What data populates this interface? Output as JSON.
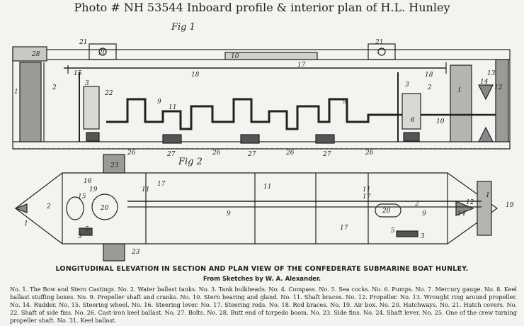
{
  "header": {
    "title": "Photo #  NH 53544   Inboard profile & interior plan of  H.L. Hunley"
  },
  "figures": {
    "fig1_label": "Fig 1",
    "fig2_label": "Fig 2"
  },
  "caption": {
    "main": "LONGITUDINAL ELEVATION IN SECTION AND PLAN VIEW OF THE CONFEDERATE SUBMARINE BOAT HUNLEY.",
    "sub": "From Sketches by W. A. Alexander."
  },
  "legend_text": "No. 1. The Bow and Stern Castings. No. 2. Water ballast tanks. No. 3. Tank bulkheads. No. 4. Compass. No. 5. Sea cocks. No. 6. Pumps. No. 7. Mercury gauge. No. 8. Keel ballast stuffing boxes. No. 9. Propeller shaft and cranks. No. 10. Stern bearing and gland. No. 11. Shaft braces. No. 12. Propeller. No. 13. Wrought ring around propeller. No. 14. Rudder. No. 15. Steering wheel. No. 16. Steering lever. No. 17. Steering rods. No. 18. Rod braces. No. 19. Air box. No. 20. Hatchways. No. 21. Hatch covers. No. 22. Shaft of side fins. No. 26. Cast-iron keel ballast. No. 27. Bolts. No. 28. Butt end of torpedo boom. No. 23. Side fins. No. 24. Shaft lever. No. 25. One of the crew turning propeller shaft. No. 31. Keel ballast.",
  "elevation_numbers": [
    "28",
    "21",
    "20",
    "21",
    "10",
    "17",
    "18",
    "18",
    "11",
    "15",
    "3",
    "2",
    "22",
    "9",
    "9",
    "3",
    "2",
    "1",
    "14",
    "12",
    "13",
    "6",
    "10",
    "1",
    "27",
    "26",
    "27",
    "26",
    "26",
    "27",
    "26"
  ],
  "plan_numbers": [
    "23",
    "11",
    "11",
    "11",
    "17",
    "2",
    "15",
    "19",
    "16",
    "20",
    "20",
    "9",
    "9",
    "17",
    "17",
    "2",
    "14",
    "12",
    "19",
    "1",
    "1",
    "5",
    "5",
    "3",
    "3",
    "23"
  ]
}
